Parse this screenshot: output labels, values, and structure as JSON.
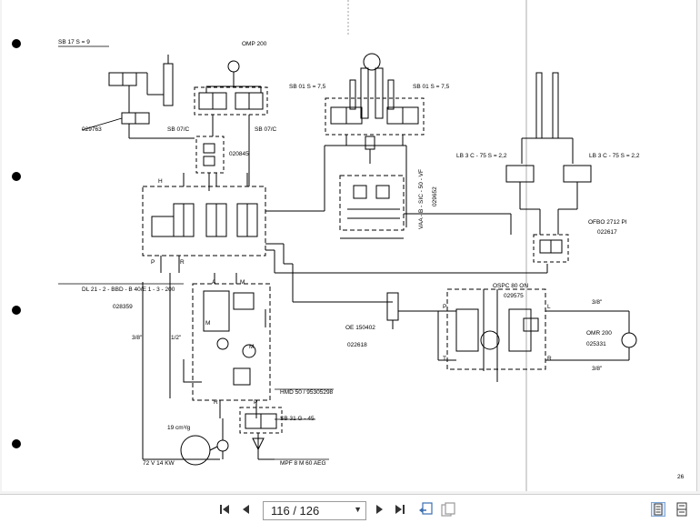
{
  "document": {
    "page_number": "26",
    "labels": {
      "sb17": "SB 17  S = 9",
      "p029763": "029763",
      "omp200_top": "OMP 200",
      "sb07c_left": "SB 07/C",
      "sb07c_right": "SB 07/C",
      "p020845": "020845",
      "h": "H",
      "p": "P",
      "r": "R",
      "dl21": "DL 21 - 2 - BBD - B 40/E 1 - 3 - 200",
      "p028359": "028359",
      "size38_left": "3/8\"",
      "size12": "1/2\"",
      "a": "A",
      "m": "M",
      "m1": "M",
      "m2": "M",
      "hmd": "HMD 50 / 95305298",
      "sb31": "SB 31 G - 45",
      "r1": "R",
      "p1": "P",
      "pump": "19 cm³/g",
      "motor": "72 V  14 KW",
      "mpf": "MPF  8 M  60 AEG",
      "sb01_left": "SB 01  S = 7,5",
      "sb01_right": "SB 01  S = 7,5",
      "vaa": "VAA - B - SIC - 50 - VF",
      "p029652": "029652",
      "oe150402": "OE 150402",
      "p022618": "022618",
      "lb3c_left": "LB 3 C - 75  S = 2,2",
      "lb3c_right": "LB 3 C - 75  S = 2,2",
      "ofbo": "OFBO 2712 PI",
      "p022617": "022617",
      "ospc": "OSPC 80 ON",
      "p029575": "029575",
      "l": "L",
      "p_ospc": "P",
      "t_ospc": "T",
      "r_ospc": "R",
      "size38_top": "3/8\"",
      "size38_bottom": "3/8\"",
      "omr200": "OMR 200",
      "p025331": "025331"
    }
  },
  "toolbar": {
    "page_indicator": "116 / 126",
    "first_icon": "first-page-icon",
    "prev_icon": "previous-page-icon",
    "next_icon": "next-page-icon",
    "last_icon": "last-page-icon",
    "dropdown_icon": "chevron-down-icon"
  }
}
